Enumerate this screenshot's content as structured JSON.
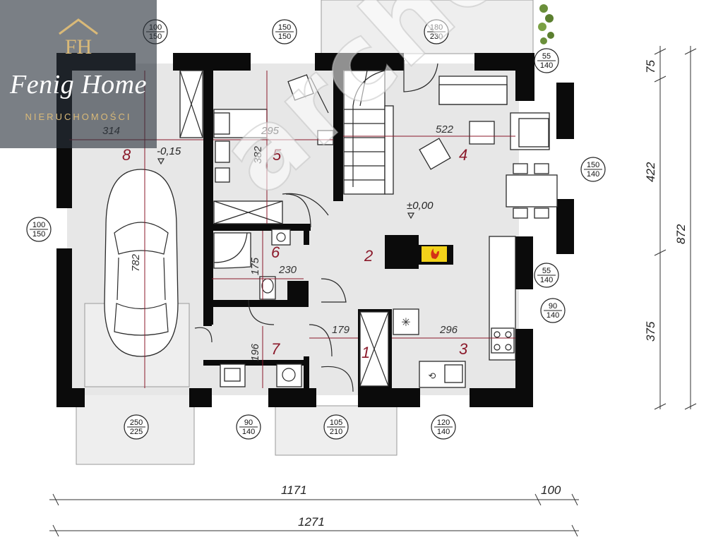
{
  "brand": {
    "monogram": "FH",
    "name": "Fenig Home",
    "tagline": "NIERUCHOMOŚCI",
    "gold": "#d9b978"
  },
  "watermark": "archon",
  "level_labels": {
    "garage": "-0,15",
    "house": "±0,00"
  },
  "rooms": {
    "r1": "1",
    "r2": "2",
    "r3": "3",
    "r4": "4",
    "r5": "5",
    "r6": "6",
    "r7": "7",
    "r8": "8"
  },
  "dimensions": {
    "garage_width": "314",
    "garage_length": "782",
    "room5_width": "295",
    "room5_length": "382",
    "living_width": "522",
    "bath_width": "230",
    "bath_length": "175",
    "hall_width": "179",
    "room7_length": "196",
    "kitchen_width": "296",
    "overall_1171": "1171",
    "overall_100": "100",
    "overall_1271": "1271",
    "side_75": "75",
    "side_422": "422",
    "side_375": "375",
    "side_872": "872"
  },
  "windows": [
    {
      "top": "100",
      "bottom": "150"
    },
    {
      "top": "150",
      "bottom": "150"
    },
    {
      "top": "180",
      "bottom": "230"
    },
    {
      "top": "55",
      "bottom": "140"
    },
    {
      "top": "150",
      "bottom": "140"
    },
    {
      "top": "100",
      "bottom": "150"
    },
    {
      "top": "55",
      "bottom": "140"
    },
    {
      "top": "90",
      "bottom": "140"
    },
    {
      "top": "250",
      "bottom": "225"
    },
    {
      "top": "90",
      "bottom": "140"
    },
    {
      "top": "105",
      "bottom": "210"
    },
    {
      "top": "120",
      "bottom": "140"
    }
  ]
}
